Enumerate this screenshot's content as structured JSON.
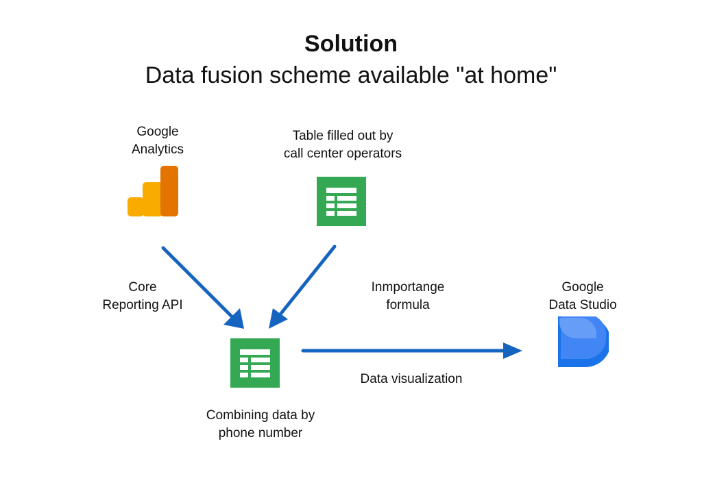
{
  "header": {
    "title": "Solution",
    "subtitle": "Data fusion scheme available \"at home\""
  },
  "nodes": {
    "google_analytics": {
      "line1": "Google",
      "line2": "Analytics",
      "icon": "google-analytics-icon",
      "colors": [
        "#F9AB00",
        "#E37400"
      ]
    },
    "call_center_table": {
      "line1": "Table filled out by",
      "line2": "call center operators",
      "icon": "spreadsheet-icon",
      "color": "#34A853"
    },
    "combined_table": {
      "line1": "Combining data by",
      "line2": "phone number",
      "icon": "spreadsheet-icon",
      "color": "#34A853"
    },
    "data_studio": {
      "line1": "Google",
      "line2": "Data Studio",
      "icon": "google-data-studio-icon",
      "colors": [
        "#4285F4",
        "#669DF6",
        "#1A73E8"
      ]
    }
  },
  "edges": {
    "core_api": {
      "line1": "Core",
      "line2": "Reporting API"
    },
    "importance_formula": {
      "line1": "Inmportange",
      "line2": "formula"
    },
    "visualization": {
      "label": "Data visualization"
    }
  },
  "arrow_color": "#1565C0"
}
